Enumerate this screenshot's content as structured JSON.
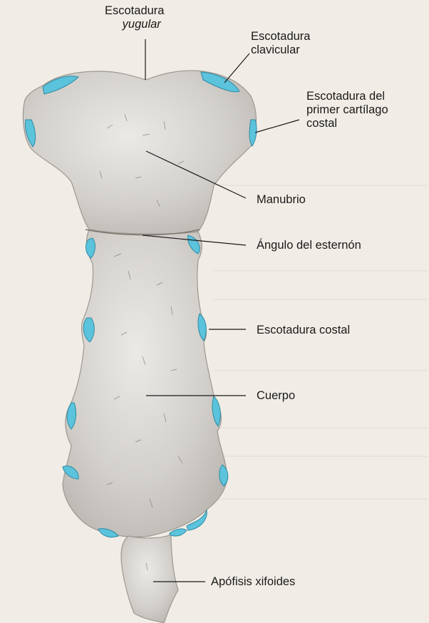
{
  "labels": {
    "escotadura_yugular": {
      "line1": "Escotadura",
      "line2": "yugular"
    },
    "escotadura_clavicular": {
      "line1": "Escotadura",
      "line2": "clavicular"
    },
    "escotadura_primer_cartilago": {
      "line1": "Escotadura del",
      "line2": "primer cartílago",
      "line3": "costal"
    },
    "manubrio": "Manubrio",
    "angulo_esternon": "Ángulo del esternón",
    "escotadura_costal": "Escotadura costal",
    "cuerpo": "Cuerpo",
    "apofisis_xifoides": "Apófisis xifoides"
  },
  "colors": {
    "bone": "#d6d3cf",
    "cartilage_facet": "#5bc3dc",
    "background": "#f1ede6",
    "text": "#1a1a1a"
  }
}
